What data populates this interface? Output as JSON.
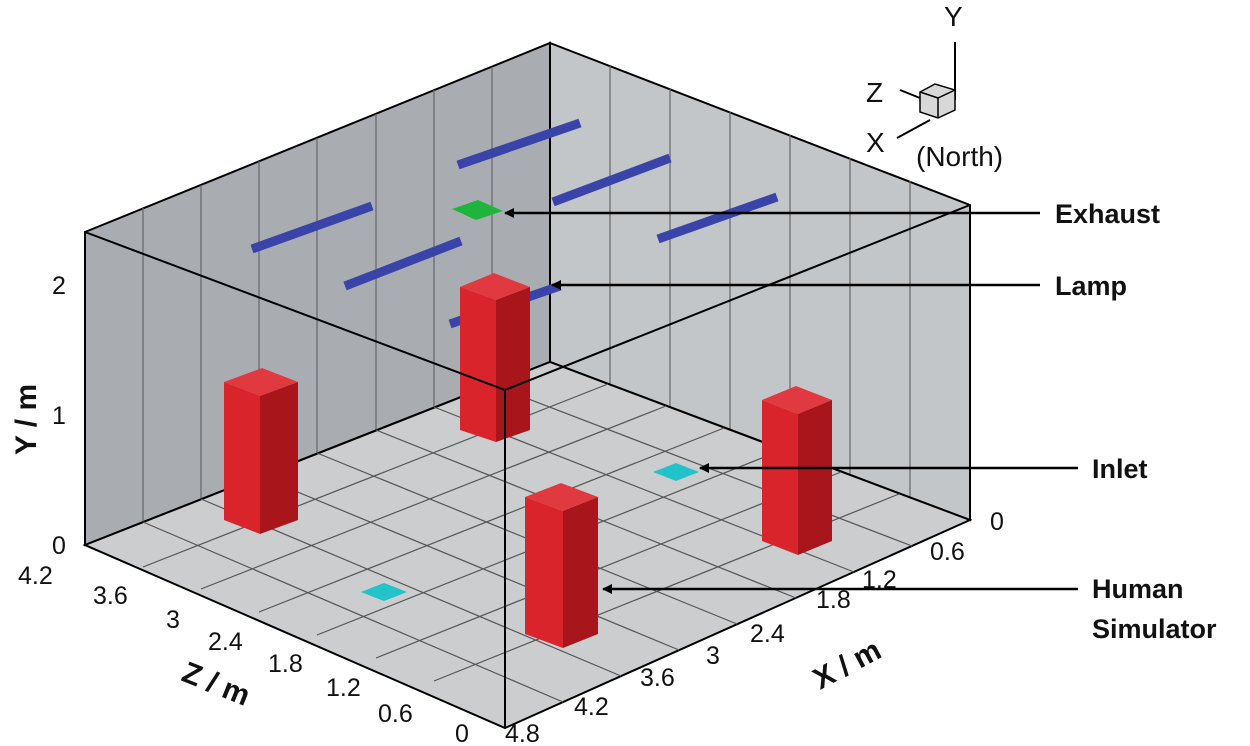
{
  "triad": {
    "y": "Y",
    "z": "Z",
    "x": "X",
    "north": "(North)"
  },
  "axes": {
    "y_title": "Y / m",
    "z_title": "Z / m",
    "x_title": "X / m",
    "y_ticks": [
      "0",
      "1",
      "2"
    ],
    "z_ticks": [
      "4.2",
      "3.6",
      "3",
      "2.4",
      "1.8",
      "1.2",
      "0.6",
      "0"
    ],
    "x_ticks": [
      "4.8",
      "4.2",
      "3.6",
      "3",
      "2.4",
      "1.8",
      "1.2",
      "0.6",
      "0"
    ]
  },
  "callouts": {
    "exhaust": "Exhaust",
    "lamp": "Lamp",
    "inlet": "Inlet",
    "human_line1": "Human",
    "human_line2": "Simulator"
  },
  "colors": {
    "wall": "#a9adb1",
    "floor": "#c8cacc",
    "lamp": "#3a44a8",
    "exhaust": "#1fb43c",
    "inlet": "#22c3c8",
    "simulator_front": "#d9242b",
    "simulator_side": "#a8161c",
    "simulator_top": "#e03a40"
  }
}
